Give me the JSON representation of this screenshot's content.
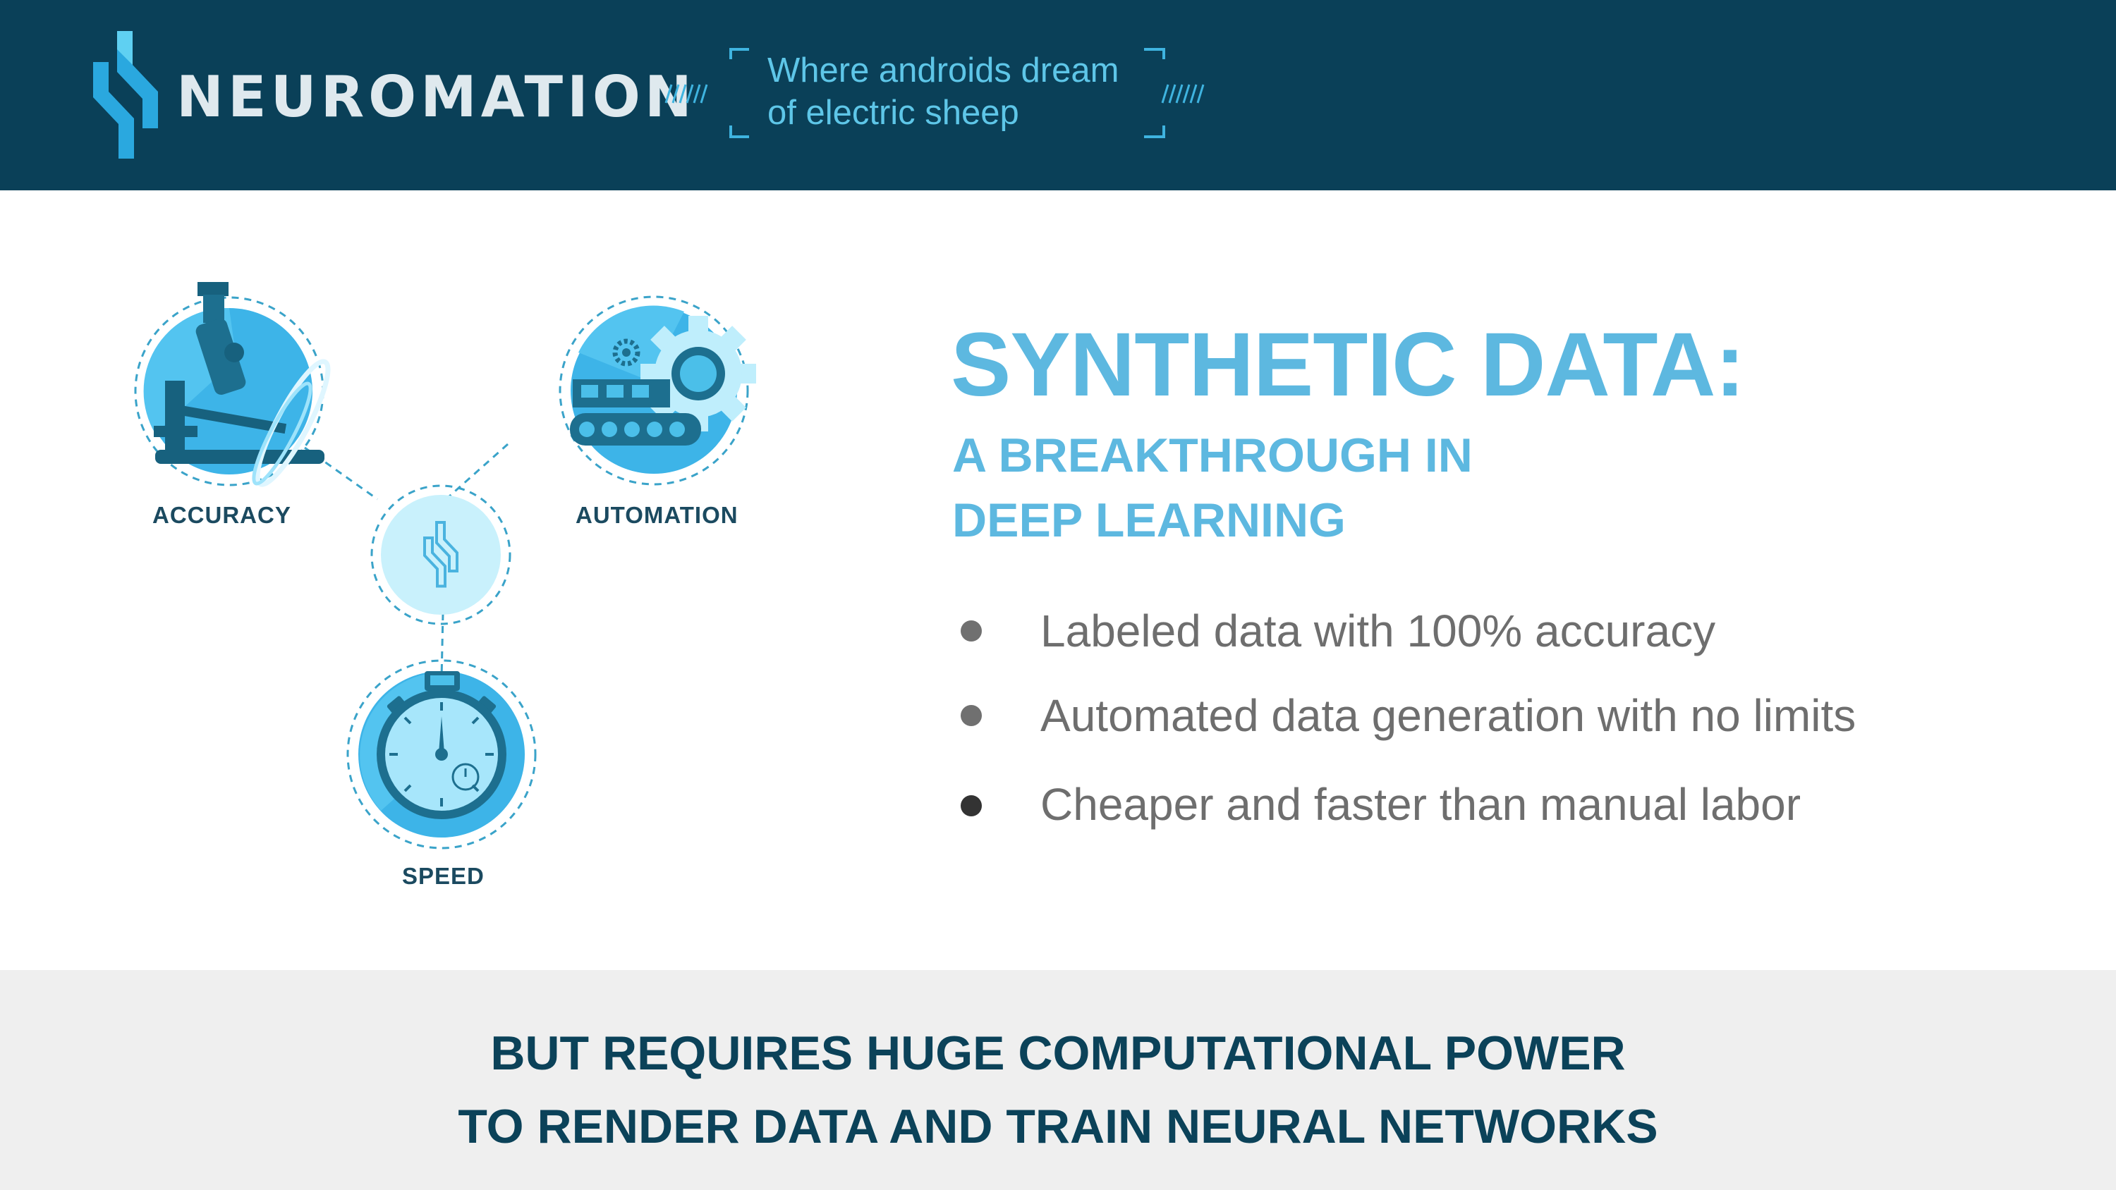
{
  "header": {
    "brand": "NEUROMATION",
    "tagline_line1": "Where androids dream",
    "tagline_line2": "of electric sheep"
  },
  "diagram": {
    "labels": {
      "accuracy": "ACCURACY",
      "automation": "AUTOMATION",
      "speed": "SPEED"
    }
  },
  "main": {
    "title": "SYNTHETIC DATA:",
    "subtitle_line1": "A BREAKTHROUGH IN",
    "subtitle_line2": "DEEP LEARNING",
    "bullets": [
      "Labeled data with 100% accuracy",
      "Automated data generation with no limits",
      "Cheaper and faster than manual labor"
    ]
  },
  "footer": {
    "line1": "BUT REQUIRES HUGE COMPUTATIONAL POWER",
    "line2": "TO RENDER DATA AND TRAIN NEURAL NETWORKS"
  },
  "colors": {
    "header_bg": "#0a4058",
    "accent": "#5db8e0",
    "footer_text": "#0b4259",
    "footer_bg": "#efefef"
  }
}
